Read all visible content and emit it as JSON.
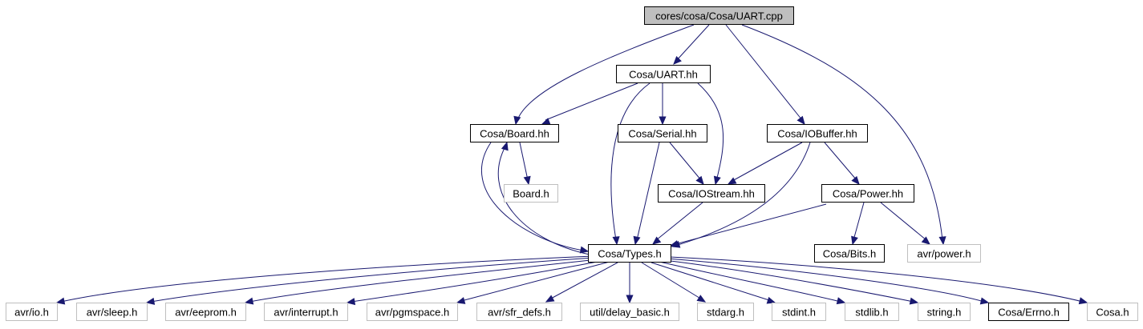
{
  "diagram": {
    "type": "include-dependency-graph",
    "nodes": [
      {
        "id": "uart_cpp",
        "label": "cores/cosa/Cosa/UART.cpp",
        "style": "root"
      },
      {
        "id": "uart_hh",
        "label": "Cosa/UART.hh",
        "style": "black"
      },
      {
        "id": "board_hh",
        "label": "Cosa/Board.hh",
        "style": "black"
      },
      {
        "id": "serial_hh",
        "label": "Cosa/Serial.hh",
        "style": "black"
      },
      {
        "id": "iobuffer_hh",
        "label": "Cosa/IOBuffer.hh",
        "style": "black"
      },
      {
        "id": "board_h",
        "label": "Board.h",
        "style": "gray"
      },
      {
        "id": "iostream_hh",
        "label": "Cosa/IOStream.hh",
        "style": "black"
      },
      {
        "id": "power_hh",
        "label": "Cosa/Power.hh",
        "style": "black"
      },
      {
        "id": "types_h",
        "label": "Cosa/Types.h",
        "style": "black"
      },
      {
        "id": "bits_h",
        "label": "Cosa/Bits.h",
        "style": "black"
      },
      {
        "id": "avr_power_h",
        "label": "avr/power.h",
        "style": "gray"
      },
      {
        "id": "avr_io_h",
        "label": "avr/io.h",
        "style": "gray"
      },
      {
        "id": "avr_sleep_h",
        "label": "avr/sleep.h",
        "style": "gray"
      },
      {
        "id": "avr_eeprom_h",
        "label": "avr/eeprom.h",
        "style": "gray"
      },
      {
        "id": "avr_interrupt_h",
        "label": "avr/interrupt.h",
        "style": "gray"
      },
      {
        "id": "avr_pgmspace_h",
        "label": "avr/pgmspace.h",
        "style": "gray"
      },
      {
        "id": "avr_sfr_defs_h",
        "label": "avr/sfr_defs.h",
        "style": "gray"
      },
      {
        "id": "util_delay_basic_h",
        "label": "util/delay_basic.h",
        "style": "gray"
      },
      {
        "id": "stdarg_h",
        "label": "stdarg.h",
        "style": "gray"
      },
      {
        "id": "stdint_h",
        "label": "stdint.h",
        "style": "gray"
      },
      {
        "id": "stdlib_h",
        "label": "stdlib.h",
        "style": "gray"
      },
      {
        "id": "string_h",
        "label": "string.h",
        "style": "gray"
      },
      {
        "id": "errno_h",
        "label": "Cosa/Errno.h",
        "style": "black"
      },
      {
        "id": "cosa_h",
        "label": "Cosa.h",
        "style": "gray"
      }
    ],
    "edges": [
      [
        "uart_cpp",
        "uart_hh"
      ],
      [
        "uart_cpp",
        "board_hh"
      ],
      [
        "uart_cpp",
        "iobuffer_hh"
      ],
      [
        "uart_cpp",
        "avr_power_h"
      ],
      [
        "uart_hh",
        "board_hh"
      ],
      [
        "uart_hh",
        "serial_hh"
      ],
      [
        "uart_hh",
        "iostream_hh"
      ],
      [
        "uart_hh",
        "types_h"
      ],
      [
        "board_hh",
        "board_h"
      ],
      [
        "board_hh",
        "types_h"
      ],
      [
        "types_h",
        "board_hh"
      ],
      [
        "serial_hh",
        "iostream_hh"
      ],
      [
        "serial_hh",
        "types_h"
      ],
      [
        "iobuffer_hh",
        "iostream_hh"
      ],
      [
        "iobuffer_hh",
        "types_h"
      ],
      [
        "iobuffer_hh",
        "power_hh"
      ],
      [
        "iostream_hh",
        "types_h"
      ],
      [
        "power_hh",
        "types_h"
      ],
      [
        "power_hh",
        "bits_h"
      ],
      [
        "power_hh",
        "avr_power_h"
      ],
      [
        "types_h",
        "avr_io_h"
      ],
      [
        "types_h",
        "avr_sleep_h"
      ],
      [
        "types_h",
        "avr_eeprom_h"
      ],
      [
        "types_h",
        "avr_interrupt_h"
      ],
      [
        "types_h",
        "avr_pgmspace_h"
      ],
      [
        "types_h",
        "avr_sfr_defs_h"
      ],
      [
        "types_h",
        "util_delay_basic_h"
      ],
      [
        "types_h",
        "stdarg_h"
      ],
      [
        "types_h",
        "stdint_h"
      ],
      [
        "types_h",
        "stdlib_h"
      ],
      [
        "types_h",
        "string_h"
      ],
      [
        "types_h",
        "errno_h"
      ],
      [
        "types_h",
        "cosa_h"
      ]
    ],
    "colors": {
      "edge": "#191970",
      "root_fill": "#bfbfbf",
      "black_border": "#000000",
      "gray_border": "#bfbfbf"
    }
  }
}
